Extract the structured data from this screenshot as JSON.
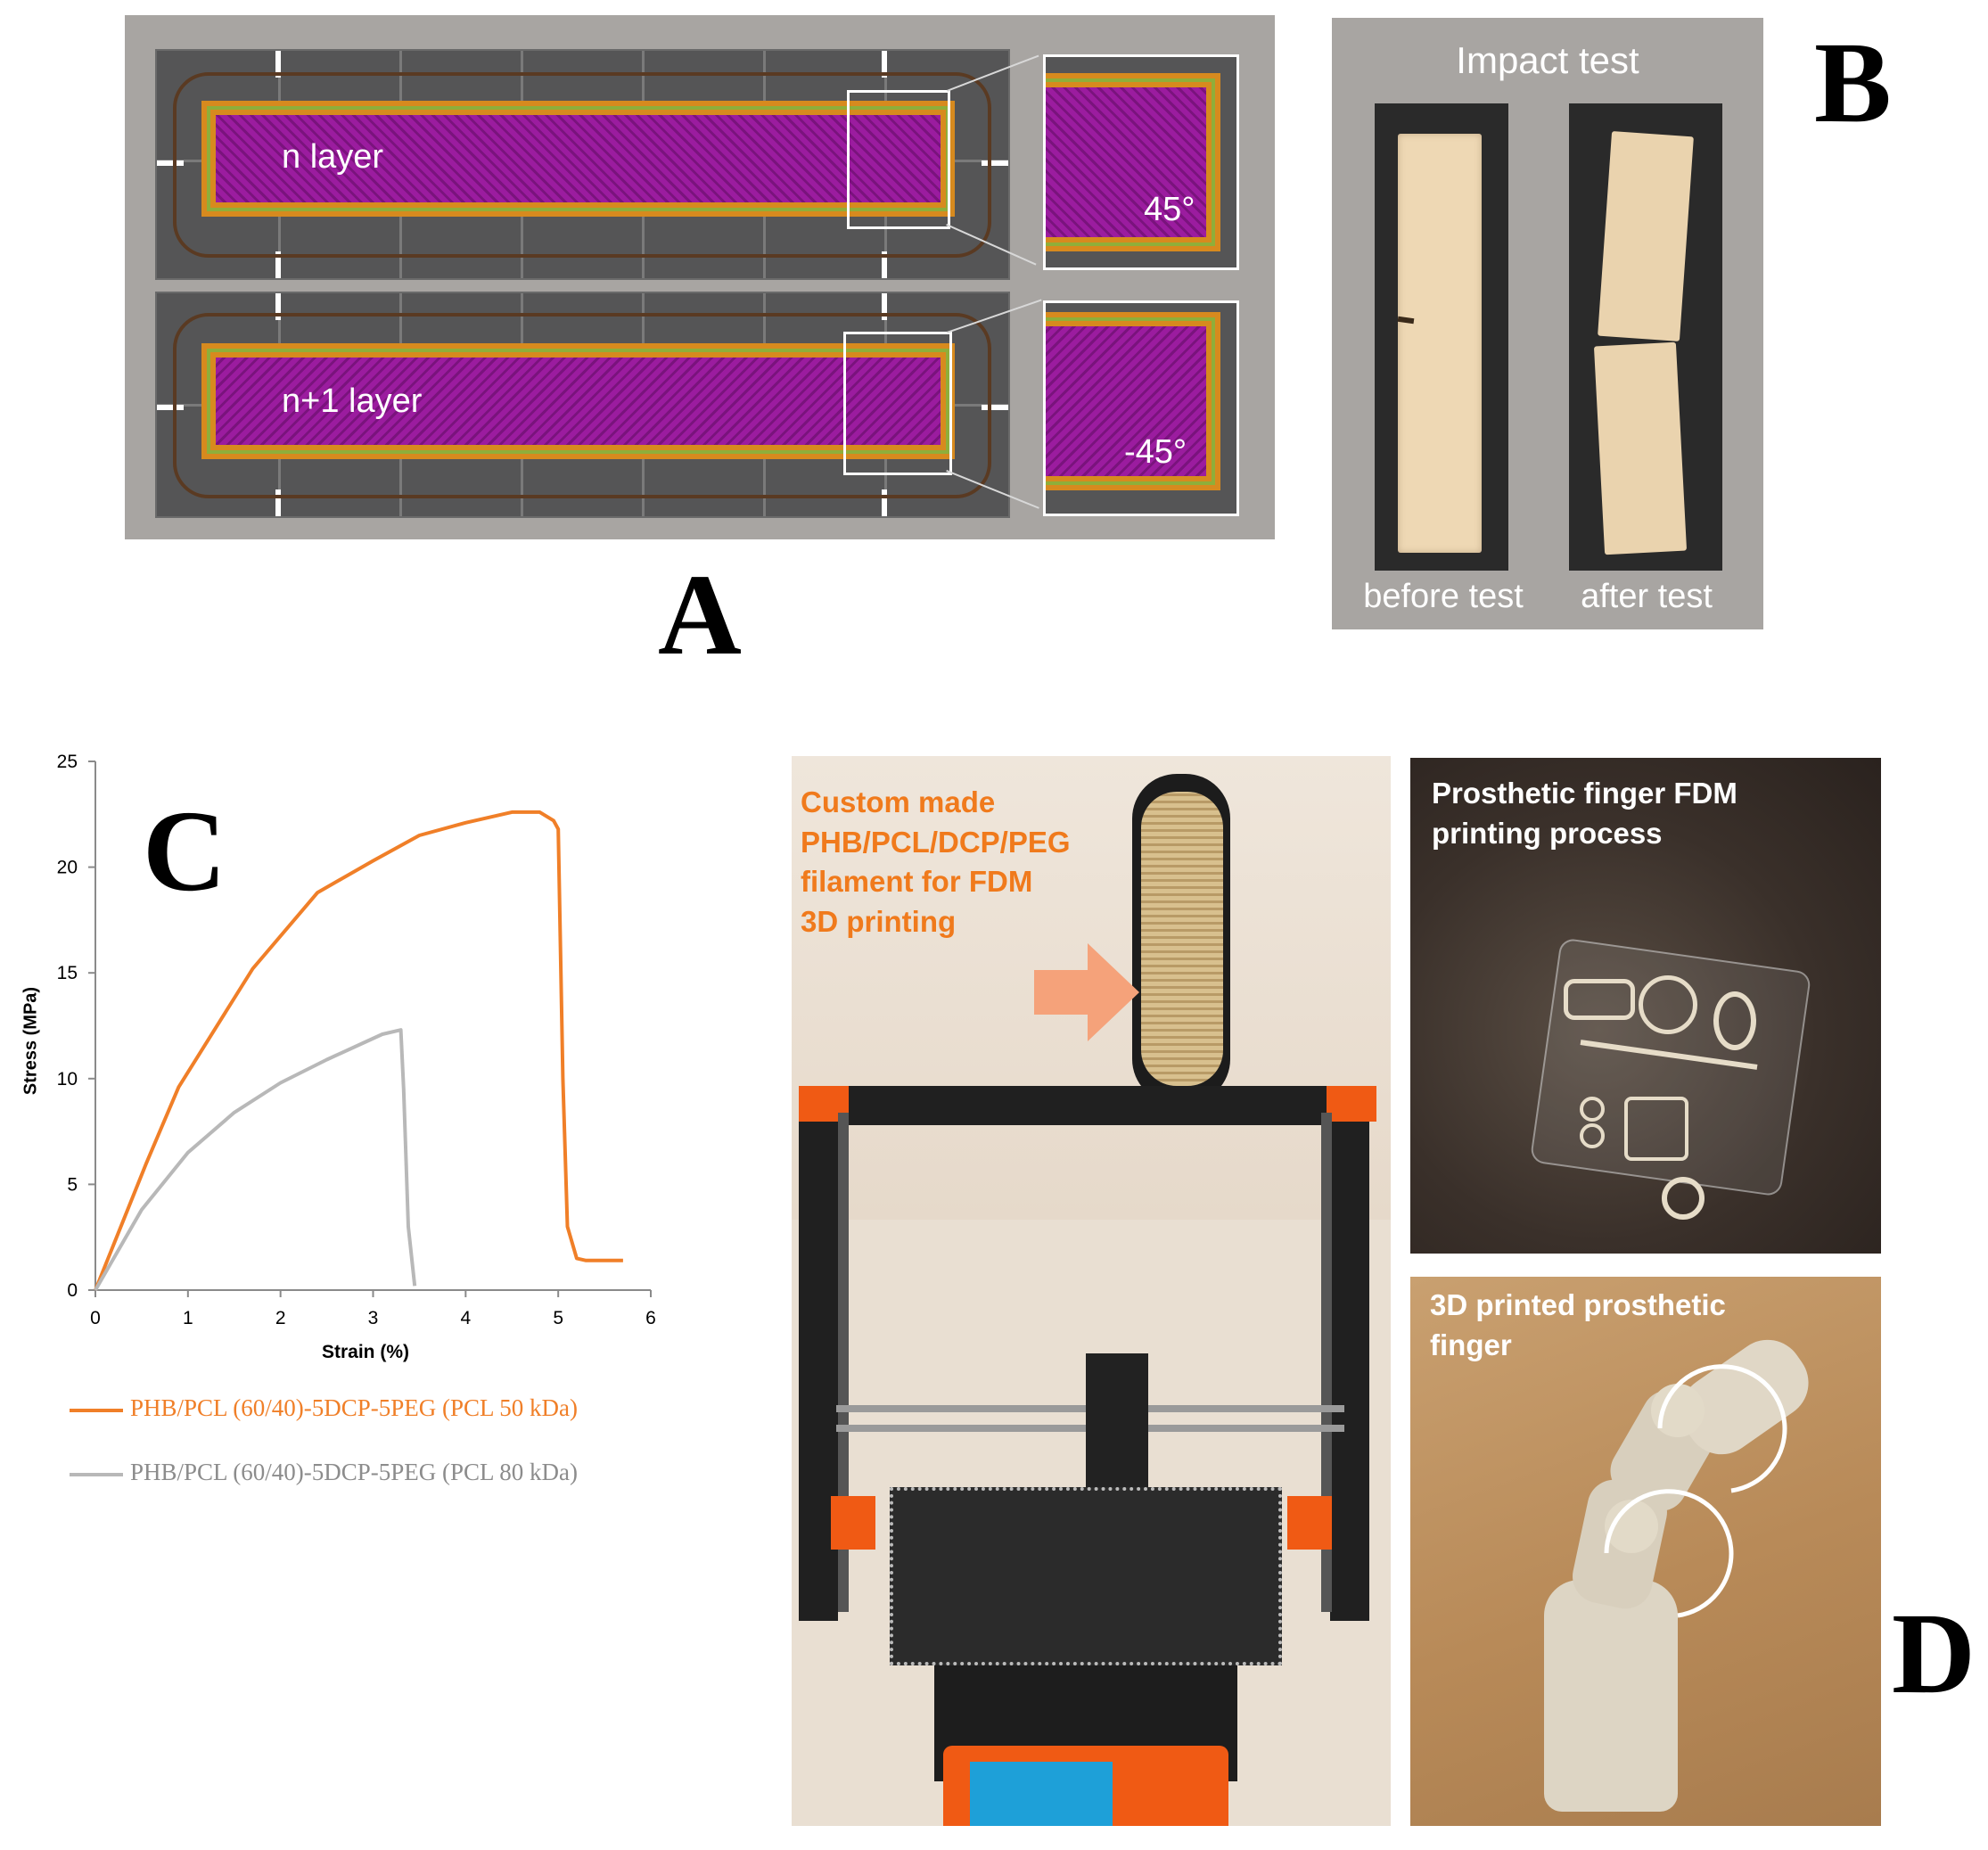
{
  "panel_letters": {
    "a": "A",
    "b": "B",
    "c": "C",
    "d": "D"
  },
  "panel_a": {
    "layer_top_label": "n layer",
    "layer_bottom_label": "n+1 layer",
    "angle_top": "45°",
    "angle_bottom": "-45°",
    "colors": {
      "background": "#a8a5a2",
      "bed": "#555556",
      "infill": "#9b1c9f",
      "perimeter_outer": "#d78a1e",
      "perimeter_inner": "#8fae3a",
      "skirt": "#5a3a22"
    }
  },
  "panel_b": {
    "title": "Impact test",
    "before_label": "before test",
    "after_label": "after test"
  },
  "panel_d": {
    "printer_caption": "Custom made PHB/PCL/DCP/PEG filament for FDM 3D printing",
    "printer_caption_lines": [
      "Custom made",
      "PHB/PCL/DCP/PEG",
      "filament for FDM",
      "3D printing"
    ],
    "fdm_caption_lines": [
      "Prosthetic finger FDM",
      "printing process"
    ],
    "finger_caption_lines": [
      "3D printed prosthetic",
      "finger"
    ],
    "colors": {
      "caption_orange": "#f07a1c",
      "arrow": "#f5a27a"
    }
  },
  "chart_data": {
    "type": "line",
    "title": "",
    "xlabel": "Strain (%)",
    "ylabel": "Stress (MPa)",
    "xlim": [
      0,
      6
    ],
    "ylim": [
      0,
      25
    ],
    "x_ticks": [
      "0",
      "1",
      "2",
      "3",
      "4",
      "5",
      "6"
    ],
    "y_ticks": [
      "0",
      "5",
      "10",
      "15",
      "20",
      "25"
    ],
    "grid": false,
    "legend_position": "bottom",
    "series": [
      {
        "name": "PHB/PCL (60/40)-5DCP-5PEG (PCL 50 kDa)",
        "color": "#f07f28",
        "x": [
          0,
          0.55,
          0.9,
          1.7,
          2.4,
          3.0,
          3.5,
          4.0,
          4.5,
          4.8,
          4.95,
          5.0,
          5.05,
          5.1,
          5.2,
          5.3,
          5.7
        ],
        "y": [
          0,
          6,
          9.6,
          15.2,
          18.8,
          20.3,
          21.5,
          22.1,
          22.6,
          22.6,
          22.2,
          21.8,
          10,
          3,
          1.5,
          1.4,
          1.4
        ]
      },
      {
        "name": "PHB/PCL (60/40)-5DCP-5PEG (PCL 80 kDa)",
        "color": "#b8b8b8",
        "x": [
          0,
          0.5,
          1.0,
          1.5,
          2.0,
          2.5,
          2.9,
          3.1,
          3.3,
          3.33,
          3.38,
          3.45
        ],
        "y": [
          0,
          3.8,
          6.5,
          8.4,
          9.8,
          10.9,
          11.7,
          12.1,
          12.3,
          9.5,
          3.0,
          0.2
        ]
      }
    ]
  }
}
